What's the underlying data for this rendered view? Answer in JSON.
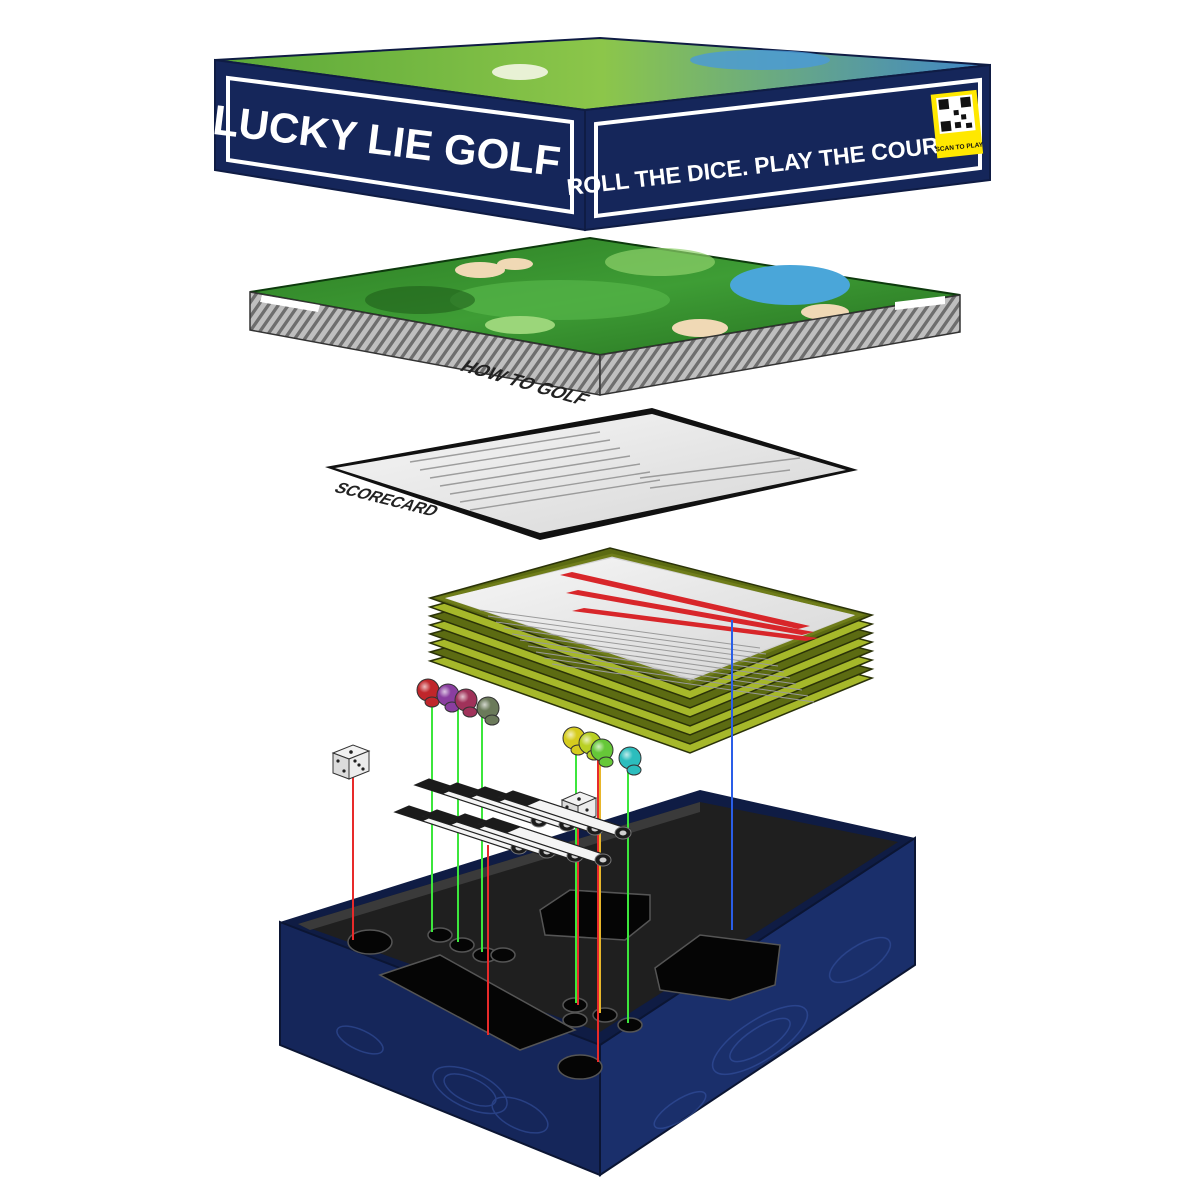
{
  "lid": {
    "title": "LUCKY LIE GOLF",
    "tagline": "ROLL THE DICE. PLAY THE COURSE.",
    "qr_caption": "SCAN TO PLAY"
  },
  "rules_sheet": {
    "heading": "HOW TO GOLF"
  },
  "scorecard": {
    "heading": "SCORECARD"
  },
  "colors": {
    "box_navy": "#15265a",
    "felt_green": "#2f8a2a",
    "qr_yellow": "#ffe800",
    "scorecard_red": "#d8262a",
    "tray_black": "#1a1a1a"
  },
  "components": {
    "dice_count": 2,
    "markers_count": 8,
    "scorecard_sheets": 8,
    "pawn_colors": [
      "#c0262b",
      "#8a3ea0",
      "#a0325a",
      "#6b7a5a",
      "#d6cc1e",
      "#b9d024",
      "#66c838",
      "#2cbdbd"
    ]
  }
}
